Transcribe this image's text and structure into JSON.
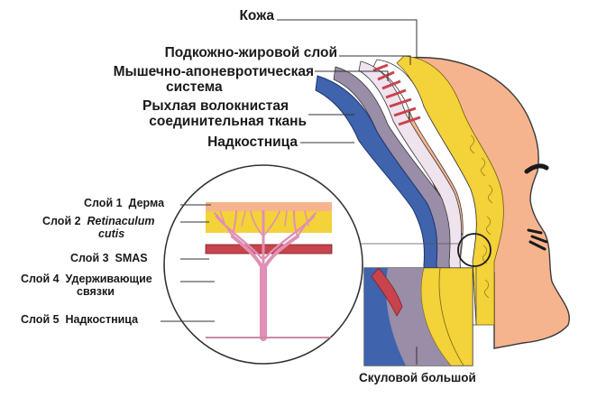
{
  "labels": {
    "skin": "Кожа",
    "subcutaneous_fat": "Подкожно-жировой слой",
    "smas_line1": "Мышечно-апоневротическая",
    "smas_line2": "система",
    "loose_line1": "Рыхлая волокнистая",
    "loose_line2": "соединительная ткань",
    "periosteum": "Надкостница",
    "zygomatic": "Скуловой большой"
  },
  "layers": [
    {
      "number": "Слой 1",
      "name": "Дерма"
    },
    {
      "number": "Слой 2",
      "name_line1": "Retinaculum",
      "name_line2": "cutis"
    },
    {
      "number": "Слой 3",
      "name": "SMAS"
    },
    {
      "number": "Слой 4",
      "name_line1": "Удерживающие",
      "name_line2": "связки"
    },
    {
      "number": "Слой 5",
      "name": "Надкостница"
    }
  ],
  "colors": {
    "skin": "#f6b48e",
    "skin_outline": "#3a3a3a",
    "fat": "#f3d23a",
    "smas": "#c8434c",
    "loose": "#efe3ee",
    "periosteum": "#9a8da8",
    "bone": "#3f63ad",
    "vessel": "#e090b5",
    "leader": "#333333"
  }
}
